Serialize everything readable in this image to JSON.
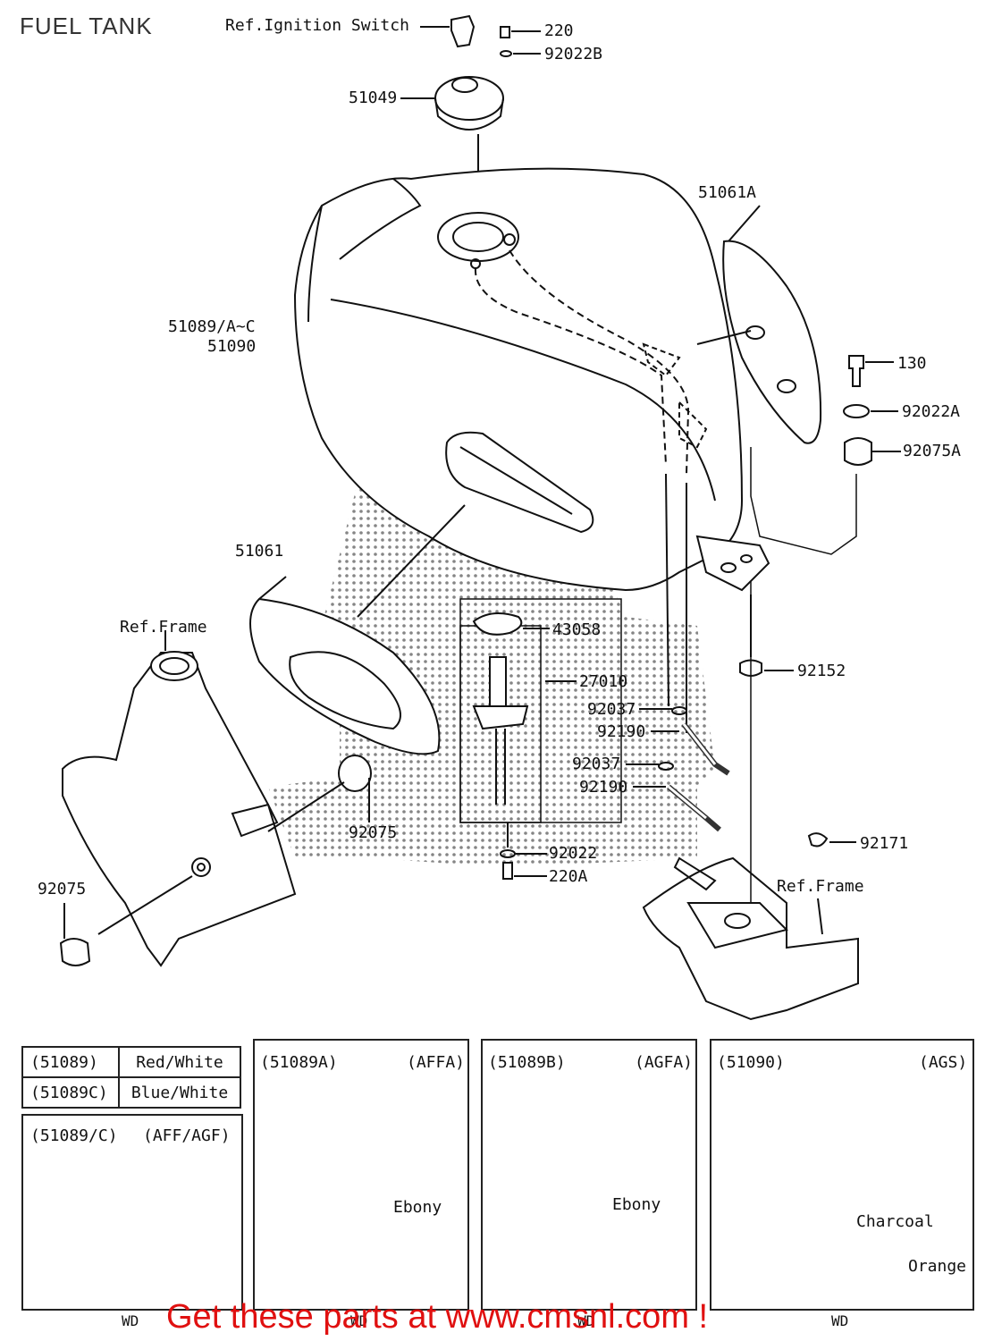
{
  "title": "FUEL TANK",
  "callouts": {
    "ignition_switch": "Ref.Ignition Switch",
    "p220": "220",
    "p92022b": "92022B",
    "p51049": "51049",
    "p51061a": "51061A",
    "p51089": "51089/A~C",
    "p51090": "51090",
    "p130": "130",
    "p92022a": "92022A",
    "p92075a": "92075A",
    "p51061": "51061",
    "ref_frame_left": "Ref.Frame",
    "p43058": "43058",
    "p27010": "27010",
    "p92152": "92152",
    "p92037_1": "92037",
    "p92190_1": "92190",
    "p92037_2": "92037",
    "p92190_2": "92190",
    "p92075_mid": "92075",
    "p92022": "92022",
    "p220a": "220A",
    "p92171": "92171",
    "ref_frame_right": "Ref.Frame",
    "p92075_left": "92075"
  },
  "color_table": [
    {
      "part": "(51089)",
      "color": "Red/White"
    },
    {
      "part": "(51089C)",
      "color": "Blue/White"
    }
  ],
  "panels": {
    "c": {
      "part": "(51089/C)",
      "code": "(AFF/AGF)",
      "footer": "WD"
    },
    "a": {
      "part": "(51089A)",
      "code": "(AFFA)",
      "note": "Ebony",
      "footer": "WD"
    },
    "b": {
      "part": "(51089B)",
      "code": "(AGFA)",
      "note": "Ebony",
      "footer": "WD"
    },
    "d": {
      "part": "(51090)",
      "code": "(AGS)",
      "note1": "Charcoal",
      "note2": "Orange",
      "footer": "WD"
    }
  },
  "banner": "Get these parts at www.cmsnl.com !"
}
